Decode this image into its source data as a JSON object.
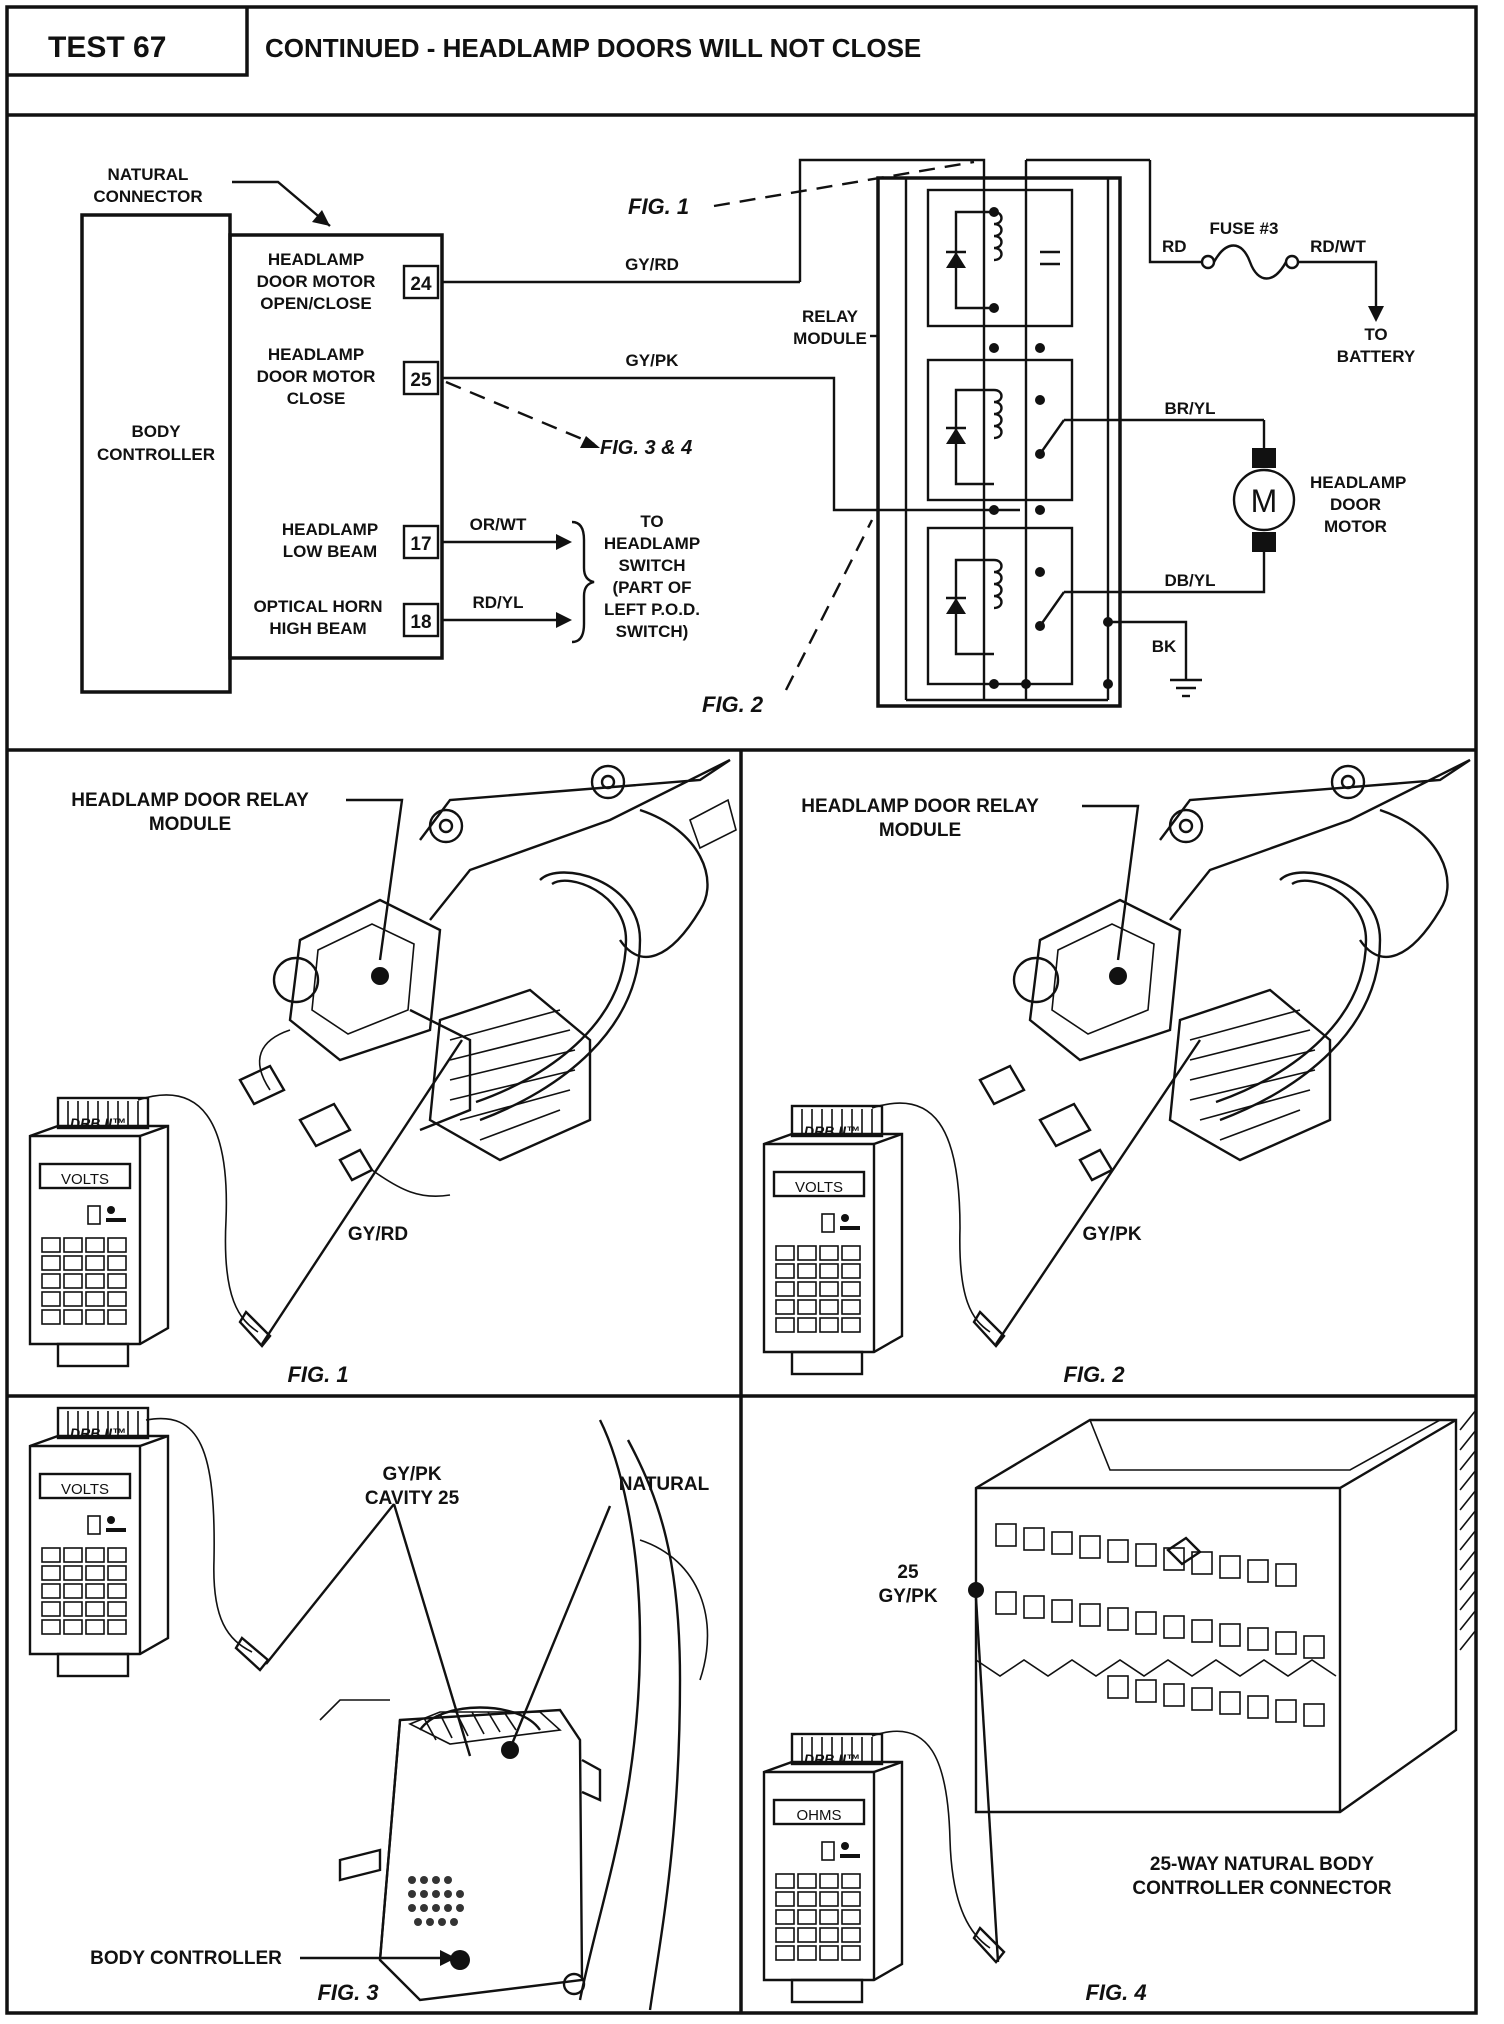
{
  "header": {
    "test_label": "TEST 67",
    "title": "CONTINUED - HEADLAMP DOORS WILL NOT CLOSE"
  },
  "schematic": {
    "natural_connector": [
      "NATURAL",
      "CONNECTOR"
    ],
    "body_controller": [
      "BODY",
      "CONTROLLER"
    ],
    "pins": [
      {
        "num": "24",
        "label": [
          "HEADLAMP",
          "DOOR MOTOR",
          "OPEN/CLOSE"
        ],
        "wire": "GY/RD"
      },
      {
        "num": "25",
        "label": [
          "HEADLAMP",
          "DOOR MOTOR",
          "CLOSE"
        ],
        "wire": "GY/PK"
      },
      {
        "num": "17",
        "label": [
          "HEADLAMP",
          "LOW BEAM"
        ],
        "wire": "OR/WT"
      },
      {
        "num": "18",
        "label": [
          "OPTICAL HORN",
          "HIGH BEAM"
        ],
        "wire": "RD/YL"
      }
    ],
    "headlamp_switch": [
      "TO",
      "HEADLAMP",
      "SWITCH",
      "(PART OF",
      "LEFT P.O.D.",
      "SWITCH)"
    ],
    "relay_module": [
      "RELAY",
      "MODULE"
    ],
    "fig_refs": {
      "fig1": "FIG. 1",
      "fig2": "FIG. 2",
      "fig34": "FIG. 3 & 4"
    },
    "fuse": "FUSE #3",
    "wires": {
      "rd": "RD",
      "rd_wt": "RD/WT",
      "br_yl": "BR/YL",
      "db_yl": "DB/YL",
      "bk": "BK"
    },
    "battery": [
      "TO",
      "BATTERY"
    ],
    "motor_symbol": "M",
    "motor_label": [
      "HEADLAMP",
      "DOOR",
      "MOTOR"
    ]
  },
  "figures": {
    "fig1": {
      "caption": "FIG. 1",
      "callout": [
        "HEADLAMP DOOR RELAY",
        "MODULE"
      ],
      "wire": "GY/RD",
      "tester_screen": "VOLTS"
    },
    "fig2": {
      "caption": "FIG. 2",
      "callout": [
        "HEADLAMP DOOR RELAY",
        "MODULE"
      ],
      "wire": "GY/PK",
      "tester_screen": "VOLTS"
    },
    "fig3": {
      "caption": "FIG. 3",
      "callout_cavity": [
        "GY/PK",
        "CAVITY 25"
      ],
      "callout_natural": "NATURAL",
      "callout_body": "BODY CONTROLLER",
      "tester_screen": "VOLTS"
    },
    "fig4": {
      "caption": "FIG. 4",
      "callout_pin": [
        "25",
        "GY/PK"
      ],
      "connector_label": [
        "25-WAY NATURAL BODY",
        "CONTROLLER CONNECTOR"
      ],
      "tester_screen": "OHMS"
    }
  },
  "tester": {
    "brand": "DRB II™"
  }
}
